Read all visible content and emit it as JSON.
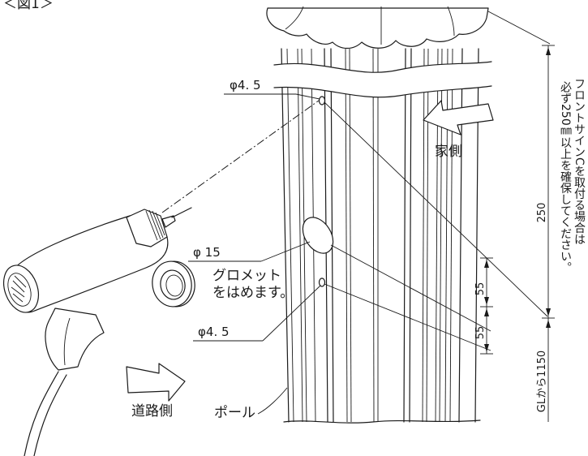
{
  "figure_label": "＜図1＞",
  "labels": {
    "hole_top": "φ4. 5",
    "hole_mid": "φ 15",
    "hole_bot": "φ4. 5",
    "grommet_line1": "グロメット",
    "grommet_line2": "をはめます。",
    "house_side": "家側",
    "road_side": "道路側",
    "pole": "ポール"
  },
  "dimensions": {
    "spacing_upper": "55",
    "spacing_lower": "55",
    "height_front_sign": "250",
    "height_from_gl": "GLから1150"
  },
  "note": {
    "line1": "フロントサインCを取付る場合は",
    "line2": "必ず250㎜以上を確保してください。"
  }
}
